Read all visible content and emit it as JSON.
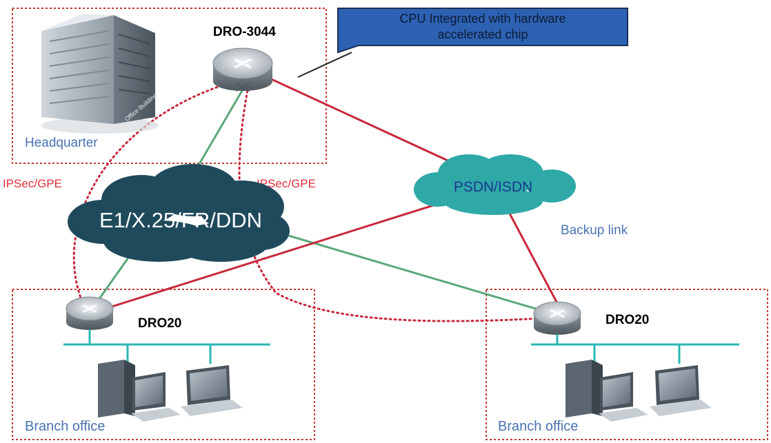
{
  "nodes": {
    "hq_router": "DRO-3044",
    "branch_left_router": "DRO20",
    "branch_right_router": "DRO20"
  },
  "callout": {
    "line1": "CPU Integrated with hardware",
    "line2": "accelerated chip"
  },
  "zones": {
    "headquarter": "Headquarter",
    "branch_left": "Branch office",
    "branch_right": "Branch office"
  },
  "clouds": {
    "wan": "E1/X.25/FR/DDN",
    "psdn": "PSDN/ISDN"
  },
  "links": {
    "ipsec_left": "IPSec/GPE",
    "ipsec_right": "IPSec/GPE",
    "backup": "Backup link"
  },
  "building_sign": "Office Building",
  "colors": {
    "zone_border": "#c0392b",
    "ipsec_text": "#e0303a",
    "zone_text": "#4a73b0",
    "wan_cloud": "#1f4a5c",
    "psdn_cloud": "#2fa8a8",
    "psdn_text": "#1a3a8c",
    "callout_fill": "#2d62b3",
    "red_link": "#c8283c",
    "green_link": "#5aa87a",
    "lan_bus": "#2ab7b5"
  }
}
